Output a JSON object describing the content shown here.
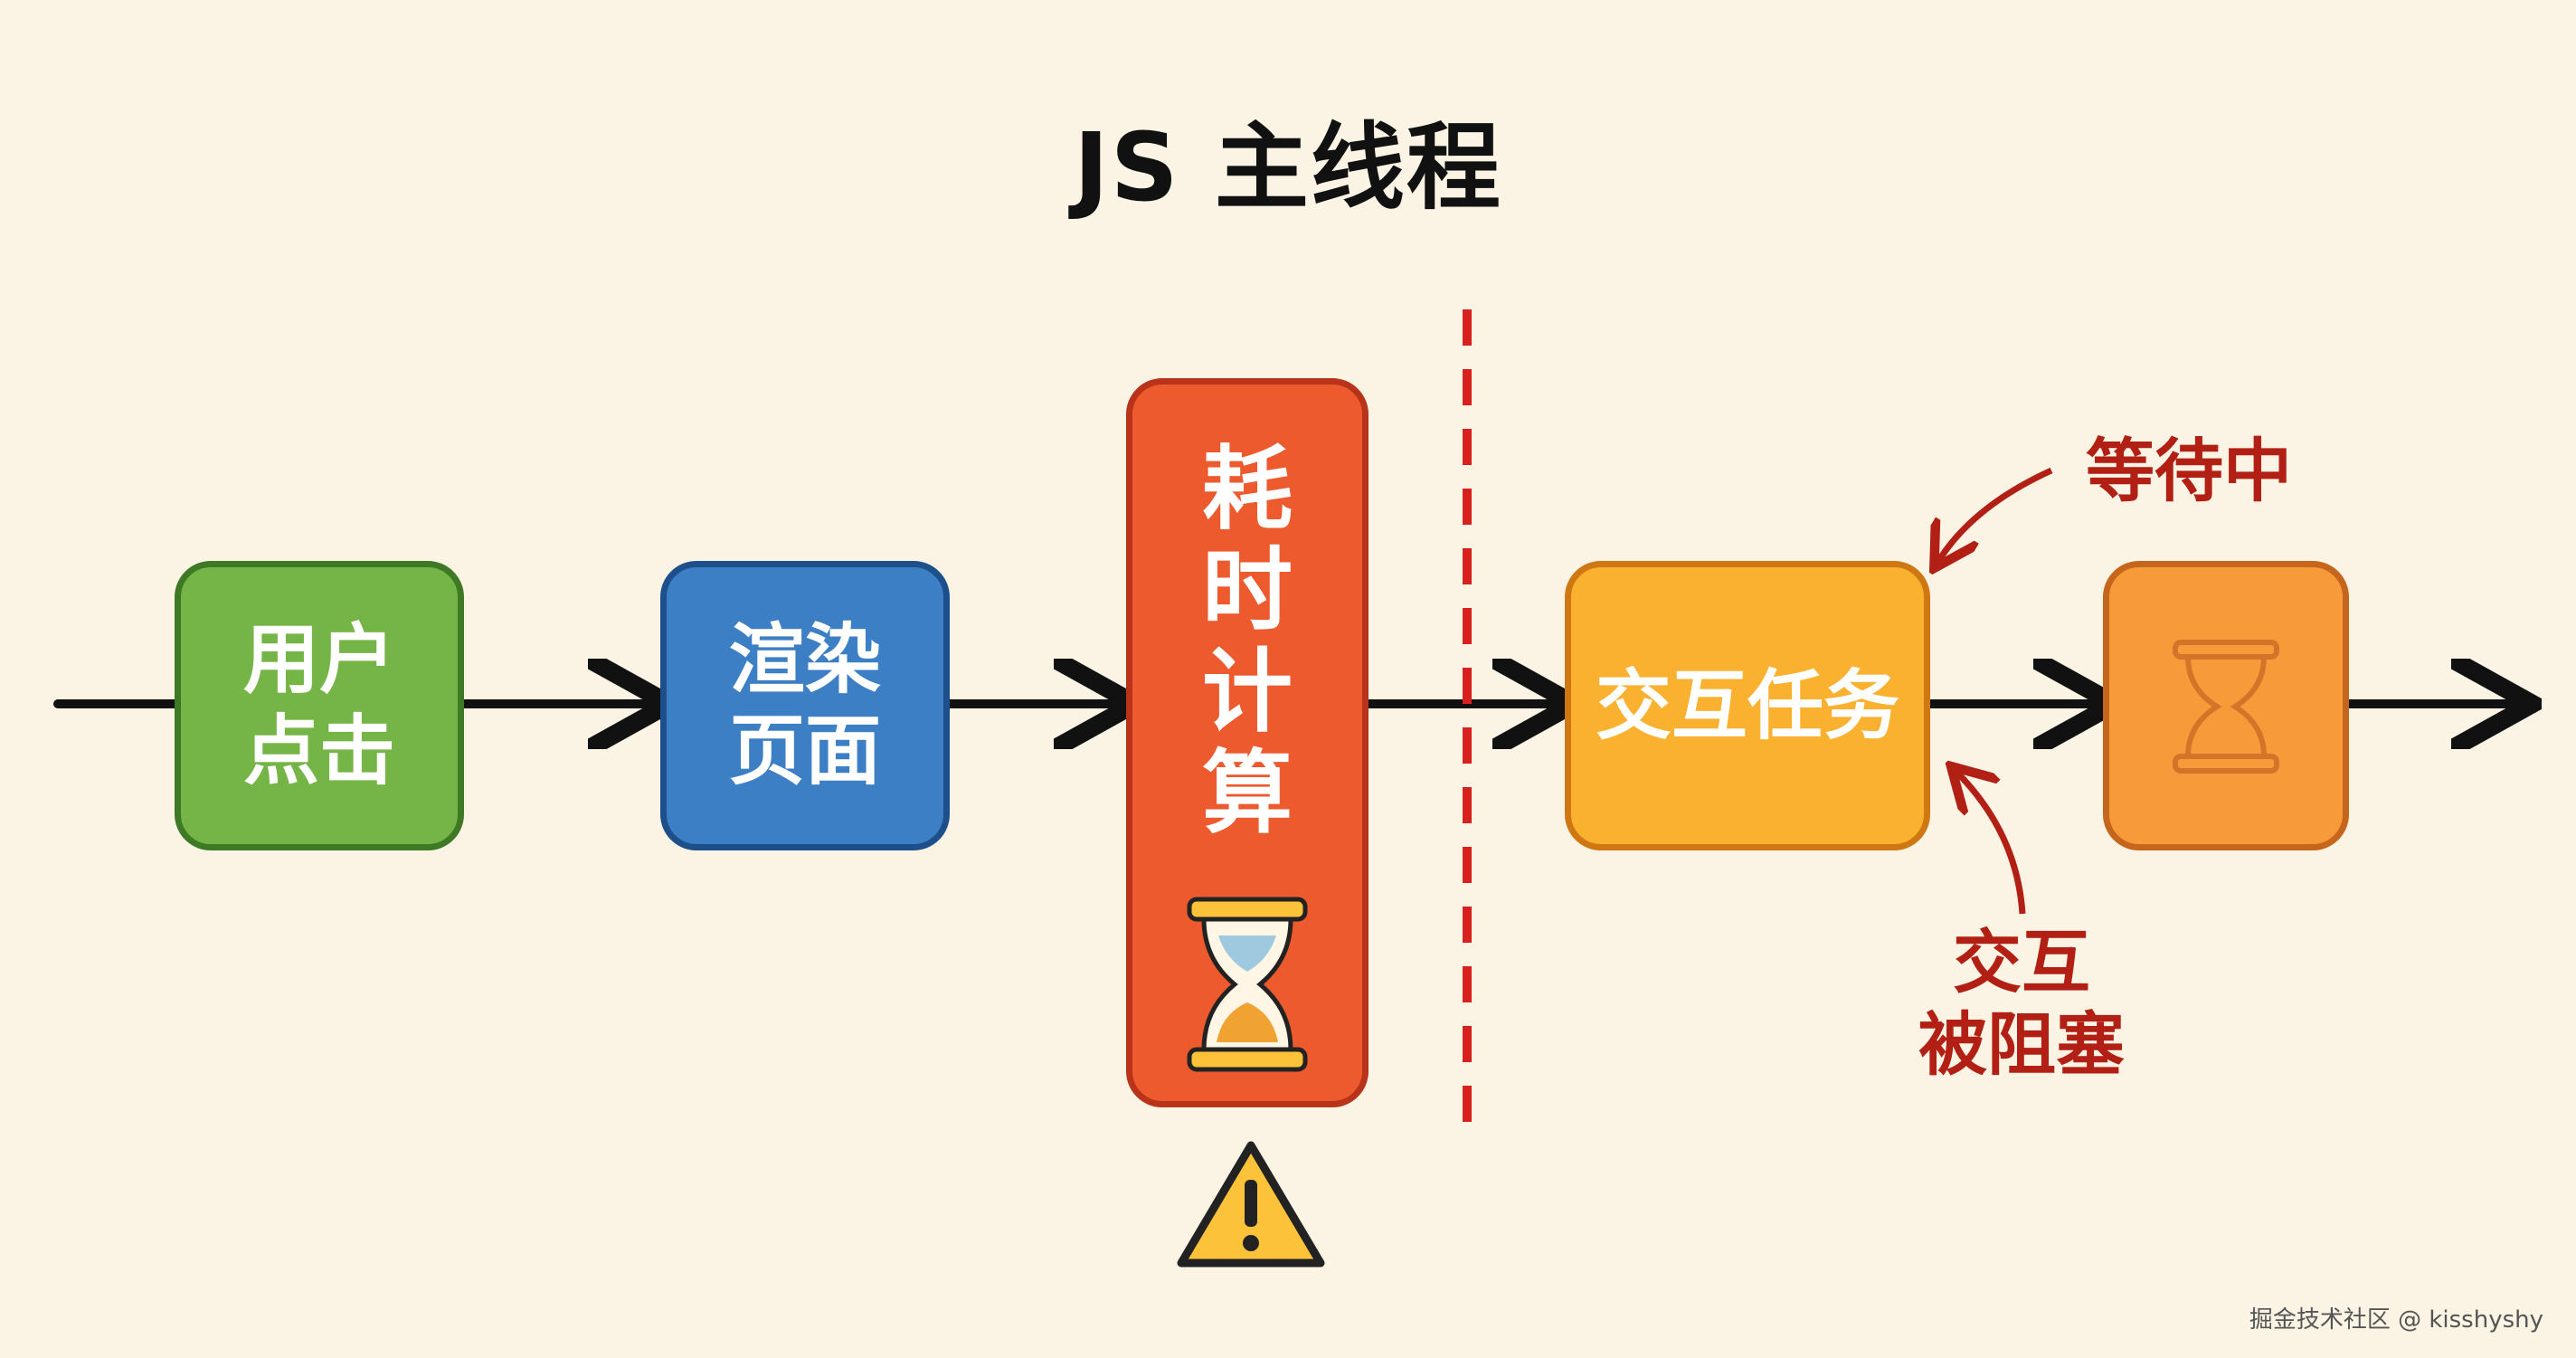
{
  "title": "JS 主线程",
  "steps": {
    "click": "用户\n点击",
    "render": "渲染\n页面",
    "compute": "耗\n时\n计\n算",
    "interact": "交互任务"
  },
  "notes": {
    "waiting": "等待中",
    "blocked": "交互\n被阻塞"
  },
  "watermark": "掘金技术社区 @ kisshyshy",
  "colors": {
    "click": "#75b548",
    "render": "#3c7fc4",
    "compute": "#ec5a2e",
    "interact": "#fbb130",
    "queued": "#f79a3a",
    "divider": "#d8201e",
    "annotation": "#b21f14"
  },
  "icons": [
    "hourglass-icon",
    "warning-icon",
    "hourglass-icon"
  ]
}
